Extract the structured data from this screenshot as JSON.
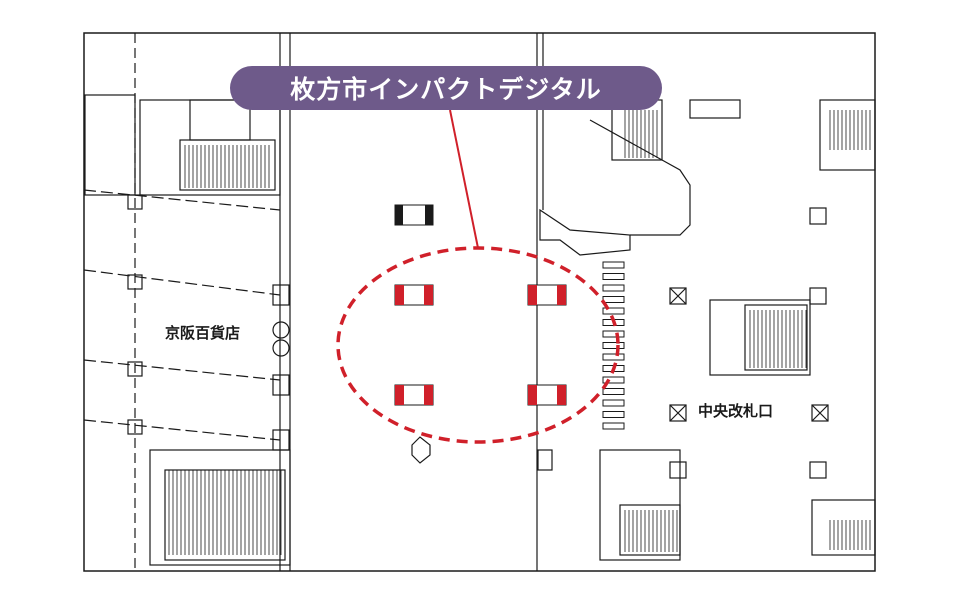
{
  "callout": {
    "title": "枚方市インパクトデジタル"
  },
  "areas": {
    "department_store": "京阪百貨店",
    "central_gate": "中央改札口"
  },
  "colors": {
    "accent": "#d0202a",
    "callout_bg": "#6e5a8a",
    "line": "#1a1a1a"
  },
  "signage": {
    "highlighted_count": 4,
    "other_count": 1
  }
}
